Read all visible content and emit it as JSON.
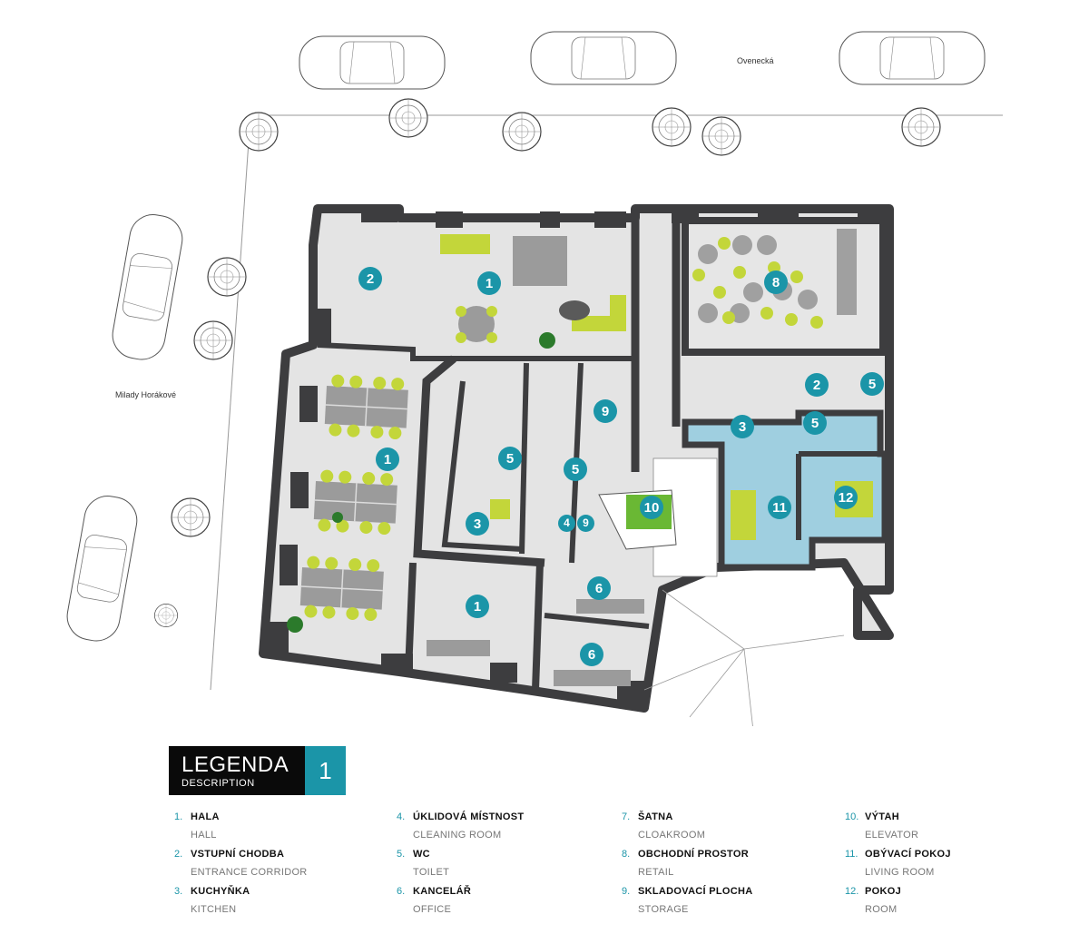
{
  "plan": {
    "street_north": "Ovenecká",
    "street_west": "Milady Horákové",
    "room_labels": [
      "1",
      "2",
      "3",
      "5",
      "6",
      "8",
      "9",
      "10",
      "11",
      "12"
    ],
    "pair_label": {
      "left": "4",
      "right": "9"
    },
    "colors": {
      "floor": "#e4e4e4",
      "wall": "#3d3d3f",
      "private": "#9fcfe0",
      "accent": "#1b95a8",
      "furniture": "#c3d63a"
    }
  },
  "legend": {
    "title": "LEGENDA",
    "subtitle": "DESCRIPTION",
    "number": "1",
    "columns": [
      [
        {
          "num": "1.",
          "name": "HALA",
          "en": "HALL"
        },
        {
          "num": "2.",
          "name": "VSTUPNÍ CHODBA",
          "en": "ENTRANCE CORRIDOR"
        },
        {
          "num": "3.",
          "name": "KUCHYŇKA",
          "en": "KITCHEN"
        }
      ],
      [
        {
          "num": "4.",
          "name": "ÚKLIDOVÁ MÍSTNOST",
          "en": "CLEANING ROOM"
        },
        {
          "num": "5.",
          "name": "WC",
          "en": "TOILET"
        },
        {
          "num": "6.",
          "name": "KANCELÁŘ",
          "en": "OFFICE"
        }
      ],
      [
        {
          "num": "7.",
          "name": "ŠATNA",
          "en": "CLOAKROOM"
        },
        {
          "num": "8.",
          "name": "OBCHODNÍ PROSTOR",
          "en": "RETAIL"
        },
        {
          "num": "9.",
          "name": "SKLADOVACÍ PLOCHA",
          "en": "STORAGE"
        }
      ],
      [
        {
          "num": "10.",
          "name": "VÝTAH",
          "en": "ELEVATOR"
        },
        {
          "num": "11.",
          "name": "OBÝVACÍ POKOJ",
          "en": "LIVING ROOM"
        },
        {
          "num": "12.",
          "name": "POKOJ",
          "en": "ROOM"
        }
      ]
    ]
  }
}
